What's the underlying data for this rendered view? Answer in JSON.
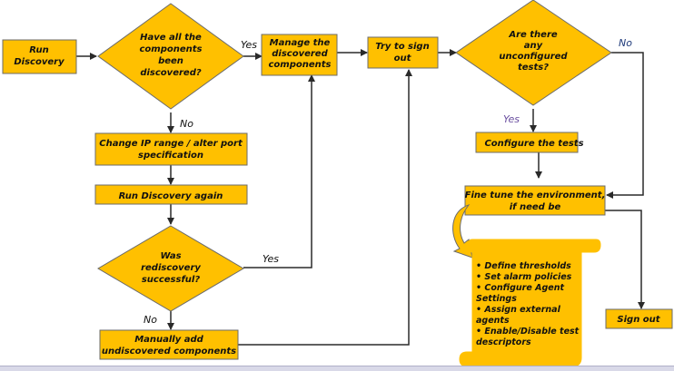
{
  "colors": {
    "fill": "#FFC000",
    "stroke": "#6B6B6B",
    "text": "#111111",
    "connector": "#2A2A2A",
    "label_blue": "#1F3A7A",
    "label_purple": "#6A4FA0"
  },
  "nodes": {
    "run_discovery": "Run Discovery",
    "all_discovered": "Have all the components been discovered?",
    "manage_components": "Manage the discovered components",
    "try_sign_out": "Try to sign out",
    "unconfigured_tests": "Are there any unconfigured tests?",
    "change_ip": "Change IP range / alter port specification",
    "run_again": "Run Discovery again",
    "rediscovery_ok": "Was rediscovery successful?",
    "manual_add": "Manually add undiscovered components",
    "configure_tests": "Configure the tests",
    "fine_tune": "Fine tune the environment, if need be",
    "sign_out": "Sign out"
  },
  "edge_labels": {
    "yes_1": "Yes",
    "no_1": "No",
    "yes_2": "Yes",
    "no_2": "No",
    "yes_3": "Yes",
    "no_3": "No"
  },
  "scroll_items": [
    "Define thresholds",
    "Set alarm policies",
    "Configure Agent Settings",
    "Assign external agents",
    "Enable/Disable test descriptors"
  ]
}
